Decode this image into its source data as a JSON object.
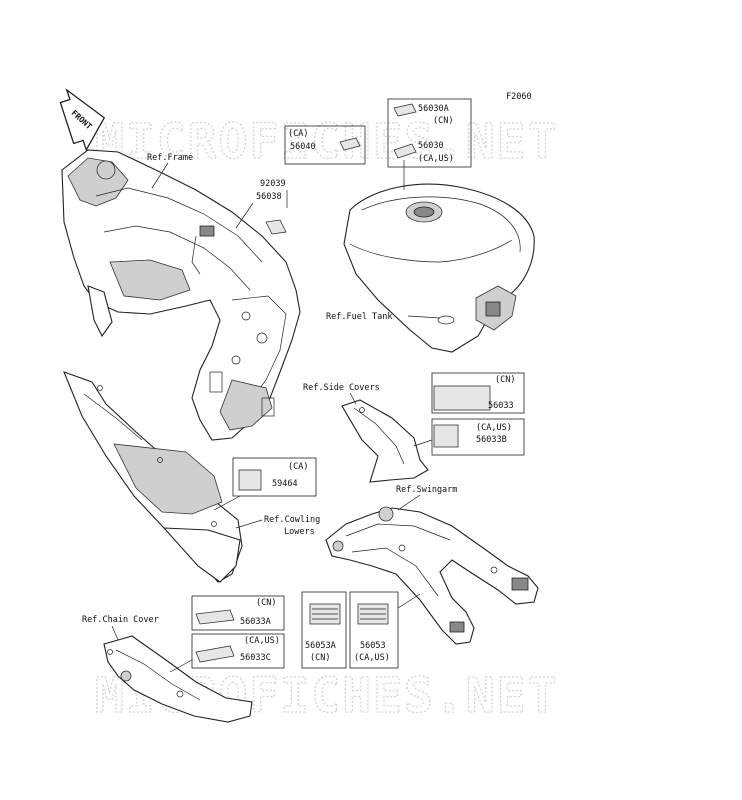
{
  "diagram_id": "F2060",
  "front_arrow_label": "FRONT",
  "watermark": "MICROFICHES.NET",
  "references": {
    "frame": "Ref.Frame",
    "fuel_tank": "Ref.Fuel Tank",
    "side_covers": "Ref.Side Covers",
    "swingarm": "Ref.Swingarm",
    "cowling_line1": "Ref.Cowling",
    "cowling_line2": "Lowers",
    "chain_cover": "Ref.Chain Cover"
  },
  "callouts": {
    "p92039": "92039",
    "p56038": "56038",
    "p56040": {
      "region": "(CA)",
      "part": "56040"
    },
    "p56030A": {
      "part": "56030A",
      "region": "(CN)"
    },
    "p56030": {
      "part": "56030",
      "region": "(CA,US)"
    },
    "p56033": {
      "region": "(CN)",
      "part": "56033"
    },
    "p56033B": {
      "region": "(CA,US)",
      "part": "56033B"
    },
    "p59464": {
      "region": "(CA)",
      "part": "59464"
    },
    "p56033A": {
      "region": "(CN)",
      "part": "56033A"
    },
    "p56033C": {
      "region": "(CA,US)",
      "part": "56033C"
    },
    "p56053A": {
      "part": "56053A",
      "region": "(CN)"
    },
    "p56053": {
      "part": "56053",
      "region": "(CA,US)"
    }
  }
}
